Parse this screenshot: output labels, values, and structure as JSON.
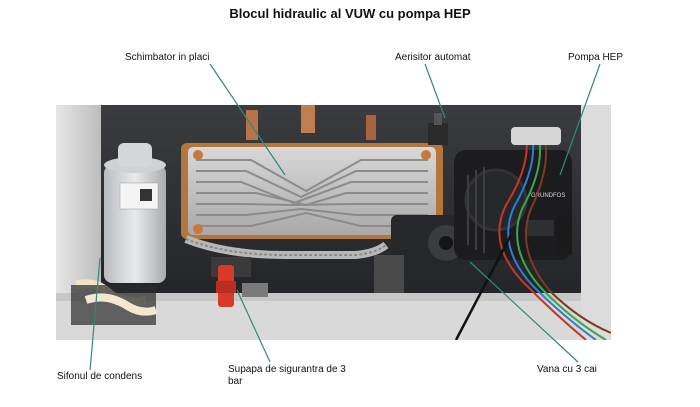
{
  "title": "Blocul hidraulic al VUW cu pompa HEP",
  "labels": {
    "schimbator": "Schimbator in placi",
    "aerisitor": "Aerisitor automat",
    "pompa": "Pompa HEP",
    "sifon": "Sifonul de condens",
    "supapa": "Supapa de sigurantra de 3 bar",
    "vana": "Vana cu 3 cai"
  },
  "pump_brand_text": "GRUNDFOS",
  "colors": {
    "leader_line": "#2e8b7a",
    "heat_exchanger": "#c9c9c9",
    "valve_red": "#d83a2a",
    "pump_body": "#1c1c1e"
  }
}
